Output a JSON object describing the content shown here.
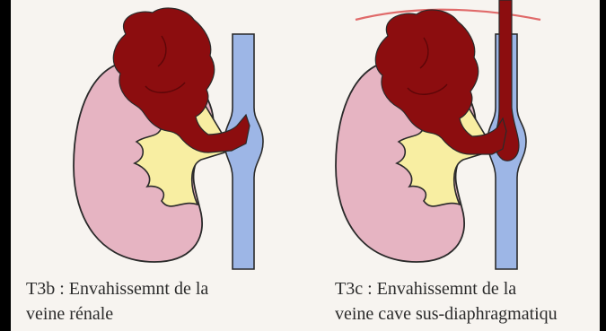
{
  "panels": [
    {
      "stage": "T3b",
      "caption_line1": "T3b :  Envahissemnt de la",
      "caption_line2": "veine rénale"
    },
    {
      "stage": "T3c",
      "caption_line1": "T3c :  Envahissemnt de la",
      "caption_line2": "veine cave sus-diaphragmatiqu"
    }
  ],
  "colors": {
    "kidney": "#e6b4c2",
    "pelvis": "#f8eea2",
    "tumor": "#8c0d0f",
    "vena_cava": "#9db6e6",
    "diaphragm": "#e06a6a",
    "outline": "#2a2a2a"
  }
}
